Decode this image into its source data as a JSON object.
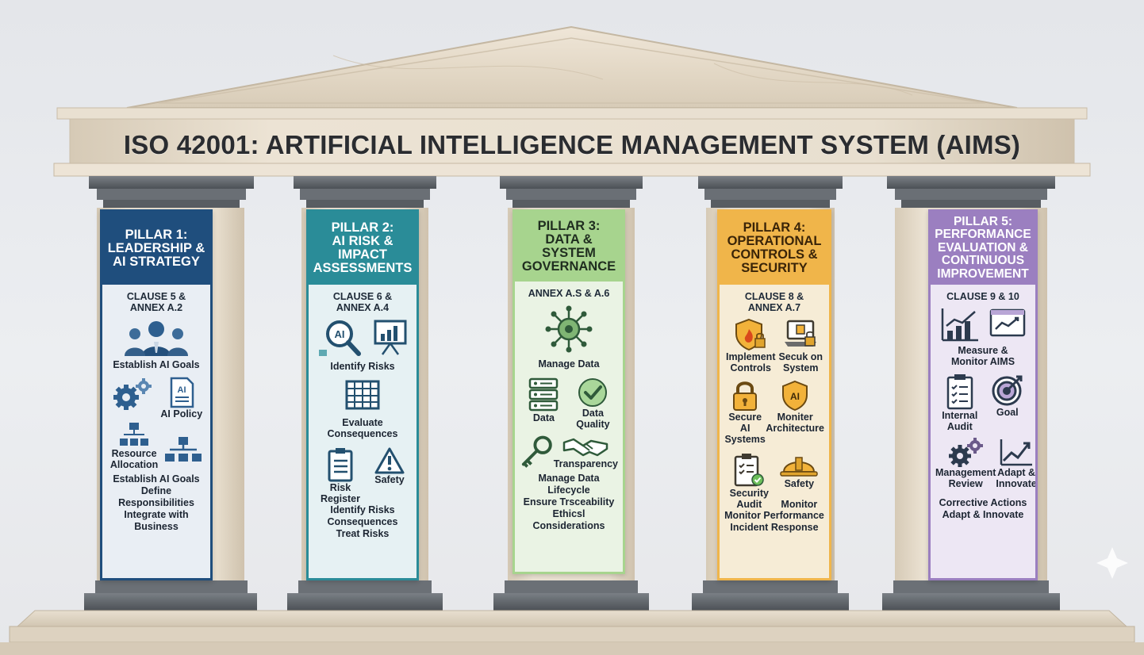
{
  "title": "ISO 42001: ARTIFICIAL INTELLIGENCE MANAGEMENT SYSTEM (AIMS)",
  "colors": {
    "pillar1": "#1f4e7d",
    "pillar2": "#2a8c98",
    "pillar3": "#a7d48e",
    "pillar4": "#f0b54a",
    "pillar5": "#9b7fc0",
    "marble": "#e6dccd",
    "stone": "#5f6469"
  },
  "pillars": [
    {
      "heading": [
        "PILLAR 1:",
        "LEADERSHIP &",
        "AI STRATEGY"
      ],
      "clause": [
        "CLAUSE 5 &",
        "ANNEX A.2"
      ],
      "icons": {
        "team": "users-icon",
        "establish_label": "Establish AI Goals",
        "gears": "gears-icon",
        "policy": "document-ai-icon",
        "policy_label": "AI Policy",
        "resource_label": [
          "Resource",
          "Allocation"
        ],
        "org": "org-chart-icon"
      },
      "footer": [
        "Establish AI Goals",
        "Define",
        "Responsibilities",
        "Integrate with",
        "Business"
      ]
    },
    {
      "heading": [
        "PILLAR 2:",
        "AI RISK &",
        "IMPACT",
        "ASSESSMENTS"
      ],
      "clause": [
        "CLAUSE 6 &",
        "ANNEX A.4"
      ],
      "icons": {
        "identify_label": "Identify Risks",
        "evaluate_label": [
          "Evaluate",
          "Consequences"
        ],
        "register_label": [
          "Risk",
          "Register"
        ],
        "safety_label": "Safety"
      },
      "footer": [
        "Identify Risks",
        "Consequences",
        "Treat Risks"
      ]
    },
    {
      "heading": [
        "PILLAR 3:",
        "DATA & SYSTEM",
        "GOVERNANCE"
      ],
      "clause": [
        "ANNEX A.S & A.6"
      ],
      "icons": {
        "manage_label": "Manage Data",
        "data_label": "Data",
        "quality_label": [
          "Data",
          "Quality"
        ],
        "transparency_label": "Transparency"
      },
      "footer": [
        "Manage Data",
        "Lifecycle",
        "Ensure Trsceability",
        "Ethicsl",
        "Considerations"
      ]
    },
    {
      "heading": [
        "PILLAR 4:",
        "OPERATIONAL",
        "CONTROLS &",
        "SECURITY"
      ],
      "clause": [
        "CLAUSE 8 &",
        "ANNEX A.7"
      ],
      "icons": {
        "implement_label": [
          "Implement",
          "Controls"
        ],
        "secuk_label": [
          "Secuk on",
          "System"
        ],
        "secure_label": [
          "Secure AI",
          "Systems"
        ],
        "moniter_label": [
          "Moniter",
          "Architecture"
        ],
        "audit_label": [
          "Security",
          "Audit"
        ],
        "safety_label": "Safety",
        "monitor_label": "Monitor"
      },
      "footer": [
        "Monitor Performance",
        "Incident Response"
      ]
    },
    {
      "heading": [
        "PILLAR 5:",
        "PERFORMANCE",
        "EVALUATION &",
        "CONTINUOUS",
        "IMPROVEMENT"
      ],
      "clause": [
        "CLAUSE 9 & 10"
      ],
      "icons": {
        "measure_label": [
          "Measure &",
          "Monitor AIMS"
        ],
        "internal_label": [
          "Internal",
          "Audit"
        ],
        "goal_label": "Goal",
        "review_label": [
          "Management",
          "Review"
        ],
        "adapt_label": [
          "Adapt &",
          "Innovate"
        ]
      },
      "footer": [
        "Corrective Actions",
        "Adapt & Innovate"
      ]
    }
  ]
}
